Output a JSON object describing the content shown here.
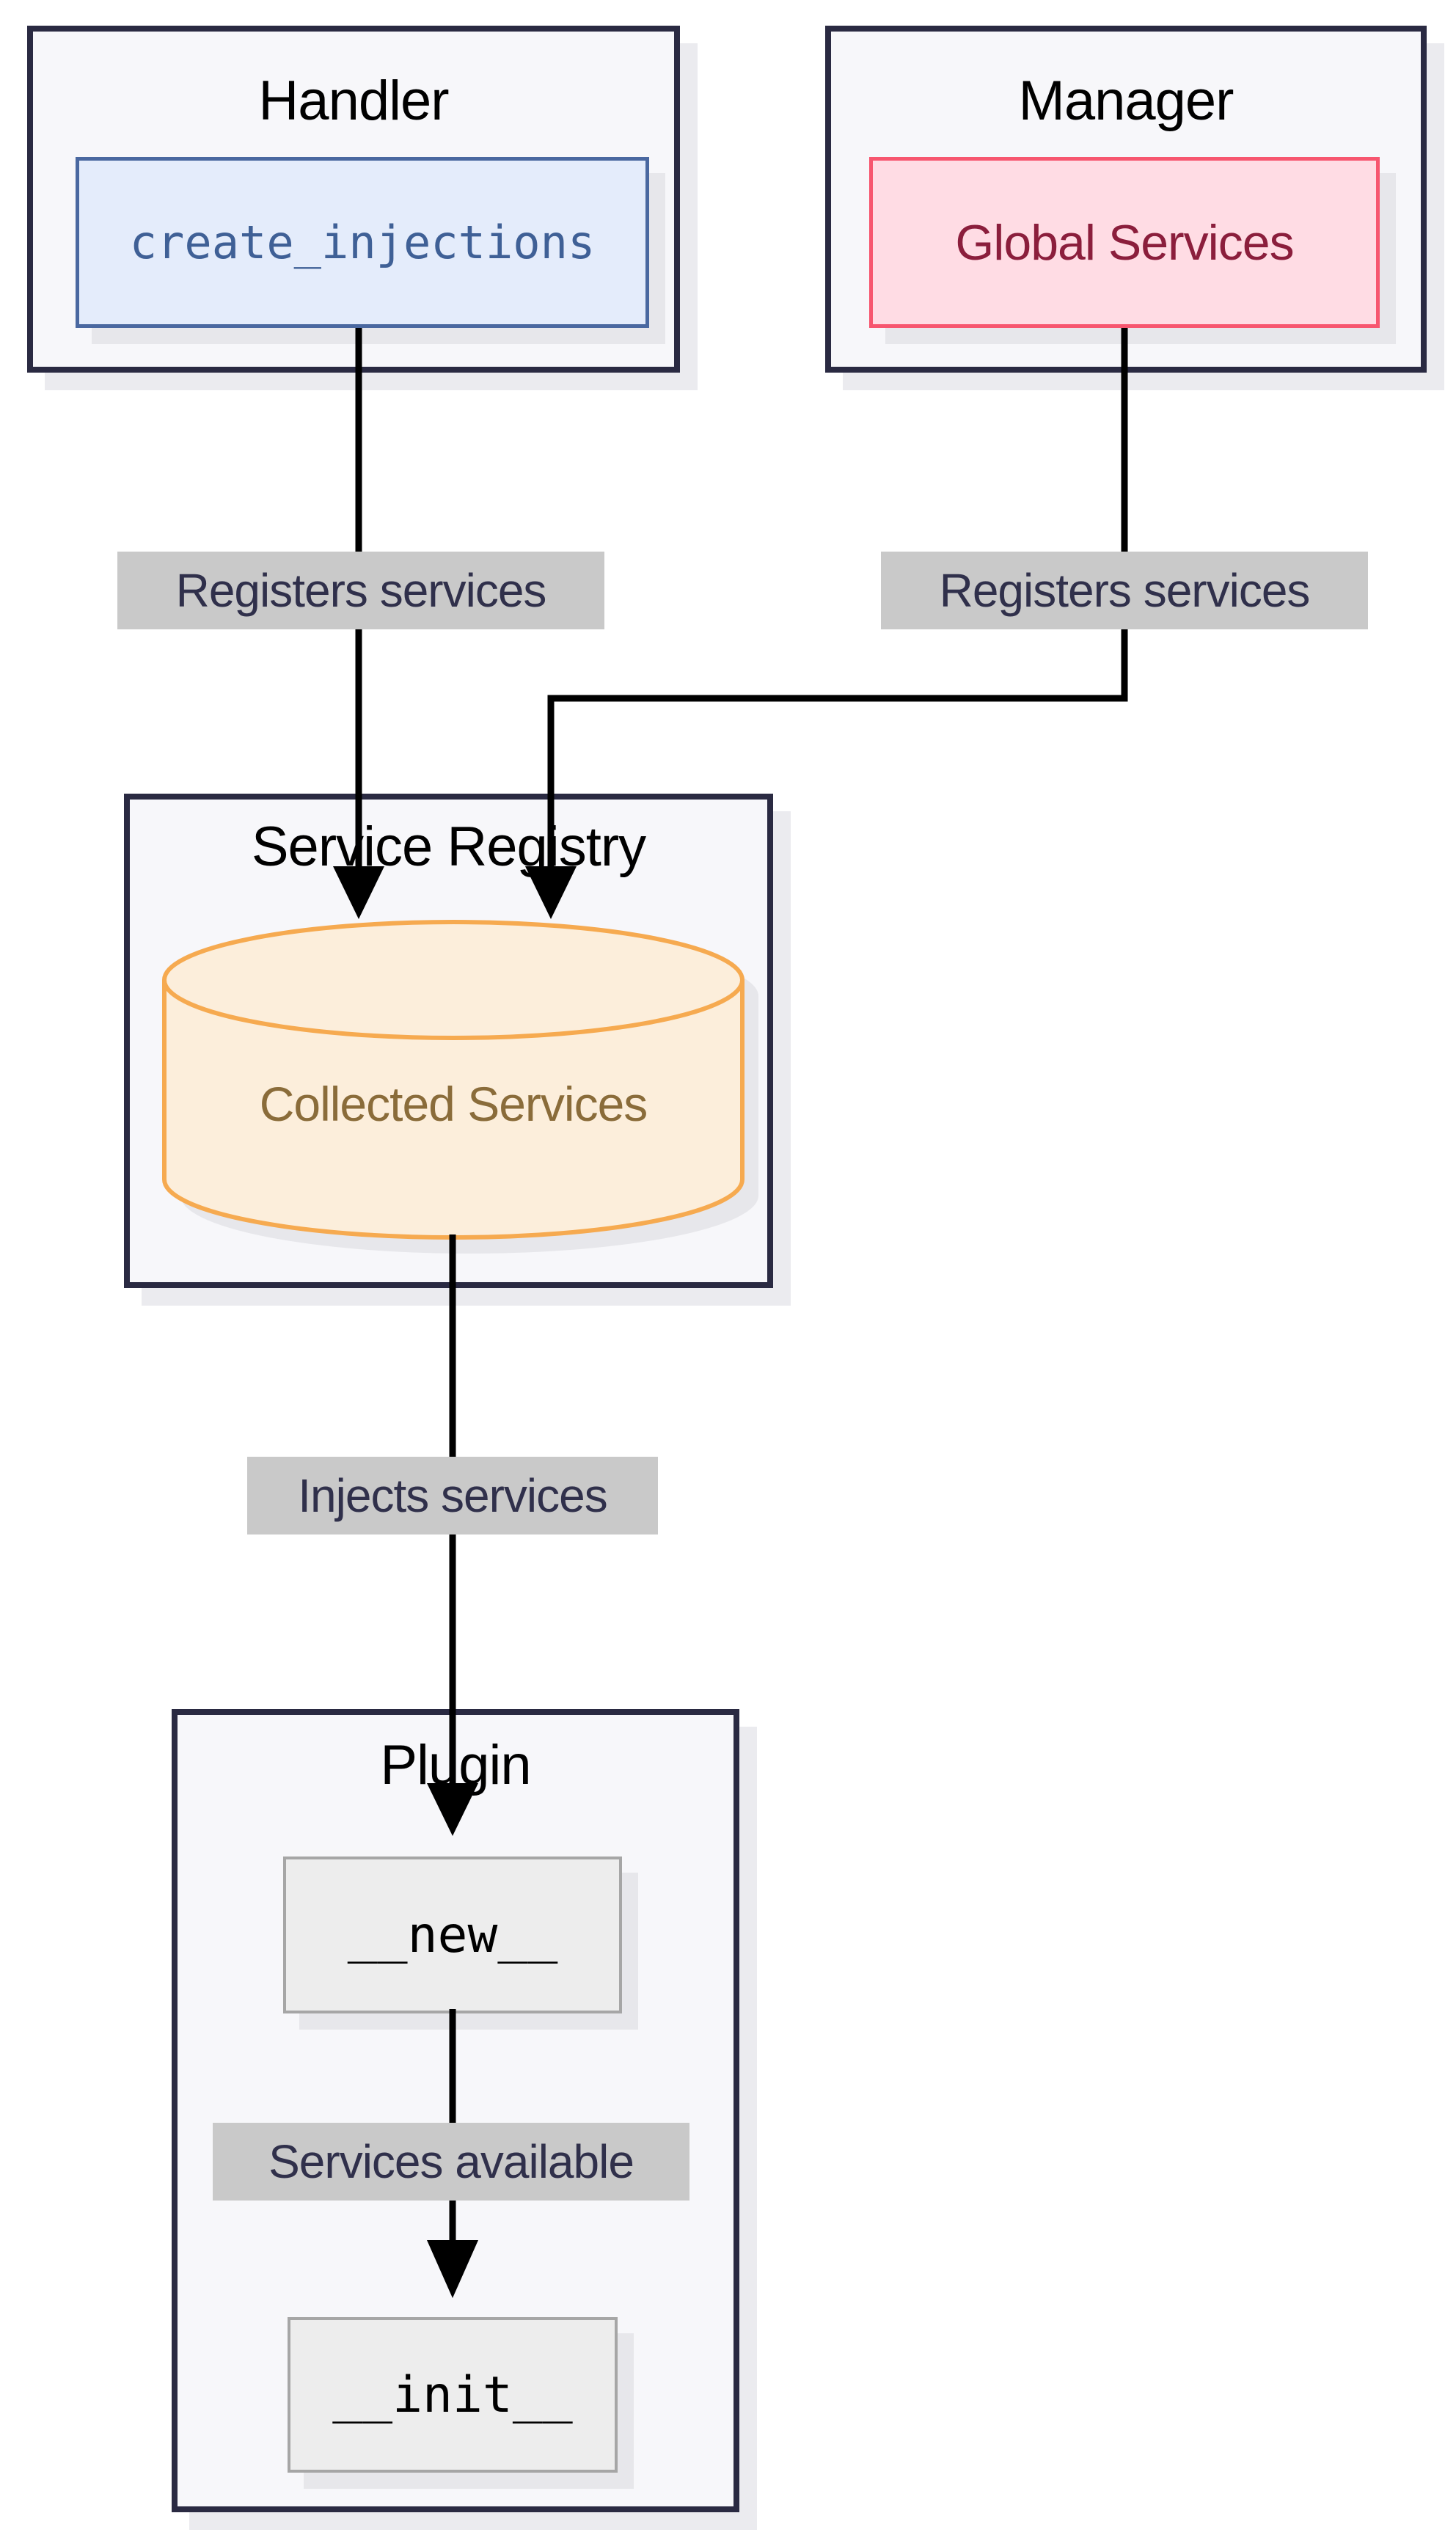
{
  "diagram": {
    "clusters": {
      "handler": {
        "title": "Handler"
      },
      "manager": {
        "title": "Manager"
      },
      "service_registry": {
        "title": "Service Registry"
      },
      "plugin": {
        "title": "Plugin"
      }
    },
    "nodes": {
      "create_injections": "create_injections",
      "global_services": "Global Services",
      "collected_services": "Collected Services",
      "new_method": "__new__",
      "init_method": "__init__"
    },
    "edge_labels": {
      "registers_left": "Registers services",
      "registers_right": "Registers services",
      "injects": "Injects services",
      "services_available": "Services available"
    },
    "colors": {
      "cluster_fill": "#f7f7fa",
      "cluster_border": "#2a2a42",
      "shadow": "#ebebef",
      "blue_node_fill": "#e4ecfb",
      "blue_node_border": "#4a68a0",
      "blue_node_text": "#3f6096",
      "pink_node_fill": "#ffdce4",
      "pink_node_border": "#f7566f",
      "pink_node_text": "#8b1e3c",
      "cylinder_fill": "#fceedb",
      "cylinder_stroke": "#f6aa50",
      "cylinder_text": "#8a6c3a",
      "gray_node_fill": "#ededed",
      "gray_node_border": "#a6a6a6",
      "edge_label_bg": "#c9c9c9",
      "edge_label_text": "#30304b",
      "edge_color": "#000000"
    }
  }
}
